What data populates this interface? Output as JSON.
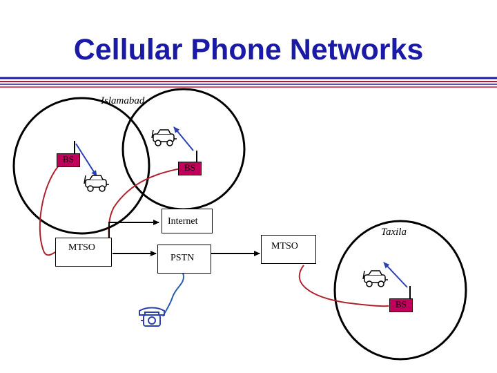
{
  "slide": {
    "title": "Cellular Phone Networks",
    "cities": {
      "left": "Islamabad",
      "right": "Taxila"
    },
    "nodes": {
      "bs_left": "BS",
      "bs_center": "BS",
      "bs_right": "BS",
      "internet": "Internet",
      "mtso_left": "MTSO",
      "pstn": "PSTN",
      "mtso_right": "MTSO"
    },
    "colors": {
      "title": "#1a1aa6",
      "rule_blue": "#1a1aa6",
      "rule_red": "#c8102e",
      "bs_fill": "#c0005a",
      "link_red": "#b0202a",
      "link_blue": "#2a5db0",
      "arrow_blue": "#2a3fb0"
    },
    "icons": [
      "car-phone-icon",
      "telephone-icon",
      "antenna-icon"
    ]
  }
}
